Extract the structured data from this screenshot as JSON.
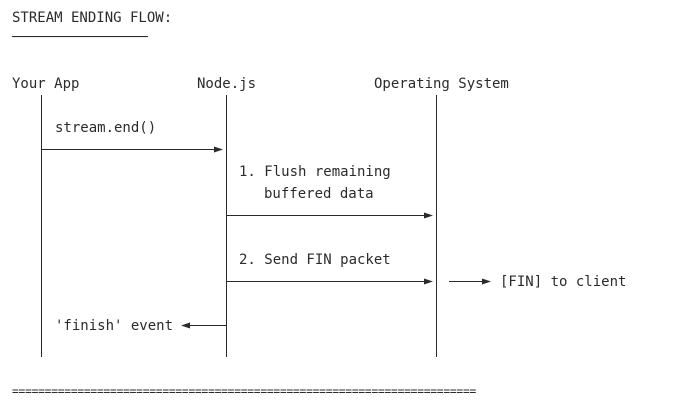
{
  "diagram": {
    "title": "STREAM ENDING FLOW:",
    "title_underline": "──────────────────",
    "participants": {
      "app": "Your App",
      "node": "Node.js",
      "os": "Operating System"
    },
    "messages": {
      "end_call": "stream.end()",
      "flush_line1": "1. Flush remaining",
      "flush_line2": "buffered data",
      "fin": "2. Send FIN packet",
      "fin_client": "[FIN] to client",
      "finish_event": "'finish' event"
    },
    "footer_rule": "======================================================================="
  }
}
